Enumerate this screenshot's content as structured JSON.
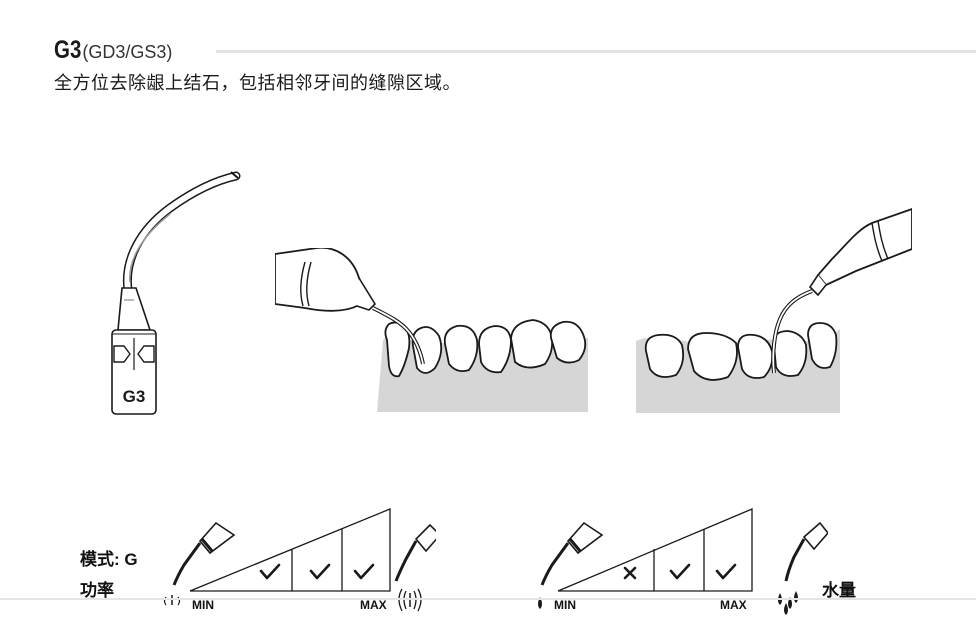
{
  "header": {
    "code": "G3",
    "variants": "(GD3/GS3)",
    "description": "全方位去除龈上结石，包括相邻牙间的缝隙区域。"
  },
  "tip": {
    "engraving": "G3"
  },
  "settings": {
    "mode_label": "模式: G",
    "power_label": "功率",
    "water_label": "水量",
    "power_scale": {
      "min_label": "MIN",
      "max_label": "MAX",
      "levels": [
        "check",
        "check",
        "check"
      ]
    },
    "water_scale": {
      "min_label": "MIN",
      "max_label": "MAX",
      "levels": [
        "cross",
        "check",
        "check"
      ]
    }
  },
  "colors": {
    "text": "#1a1a1a",
    "rule": "#e2e2e2",
    "gum": "#d6d6d6",
    "line": "#1a1a1a"
  }
}
